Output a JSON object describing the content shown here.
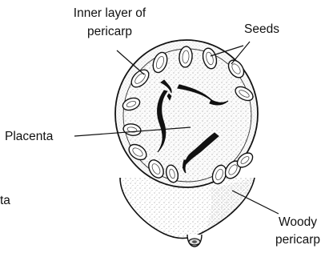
{
  "labels": {
    "inner_layer_line1": "Inner layer of",
    "inner_layer_line2": "pericarp",
    "seeds": "Seeds",
    "placenta": "Placenta",
    "woody_line1": "Woody",
    "woody_line2": "pericarp",
    "left_fragment": "ta"
  }
}
